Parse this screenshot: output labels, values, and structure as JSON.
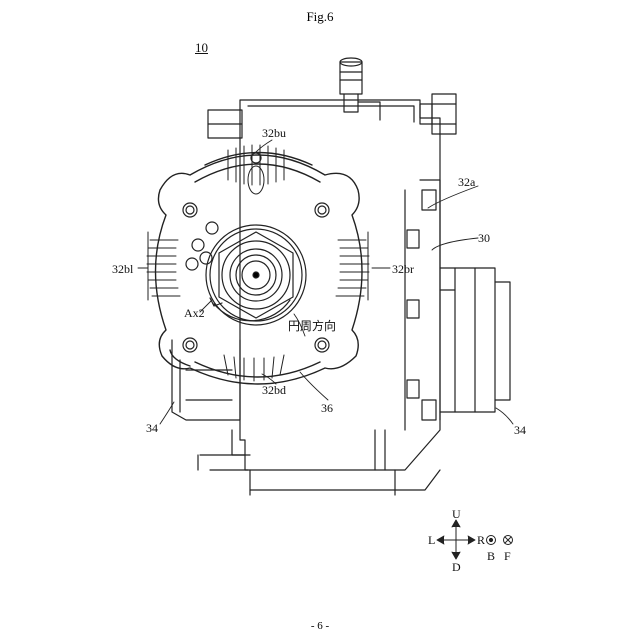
{
  "figure": {
    "title": "Fig.6",
    "reference": "10"
  },
  "labels": {
    "l32bu": "32bu",
    "l32a": "32a",
    "l30": "30",
    "l32bl": "32bl",
    "l32br": "32br",
    "lAx2": "Ax2",
    "lCirc": "円周方向",
    "l32bd": "32bd",
    "l36": "36",
    "l34left": "34",
    "l34right": "34"
  },
  "directions": {
    "up": "U",
    "down": "D",
    "left": "L",
    "right": "R",
    "back": "B",
    "front": "F"
  },
  "page_number": "- 6 -"
}
